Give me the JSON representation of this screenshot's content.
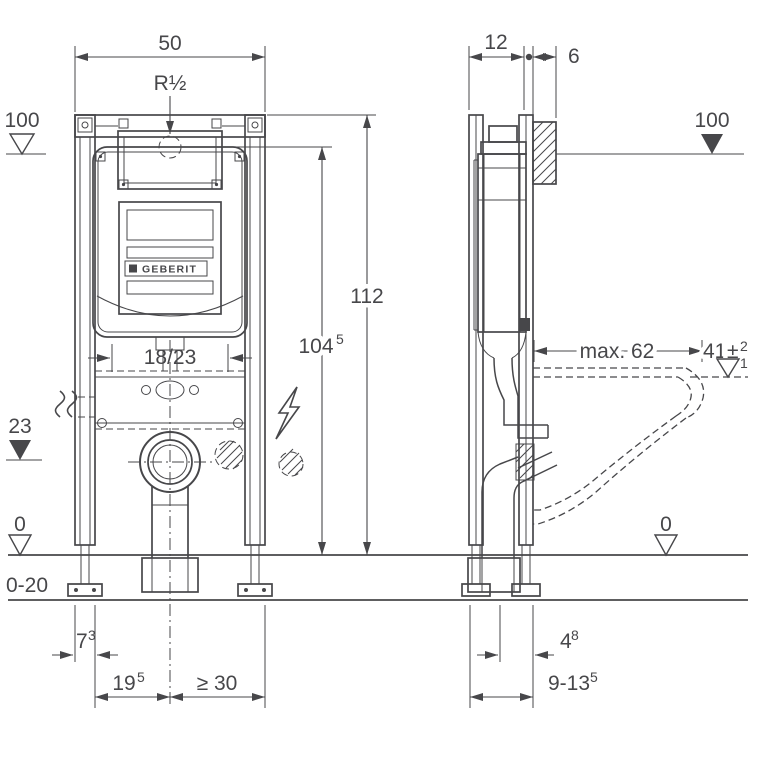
{
  "front_view": {
    "width_top": "50",
    "water_connection": "R½",
    "level_top": "100",
    "height_element": "112",
    "height_water": {
      "main": "104",
      "sup": "5"
    },
    "actuator_width": "18/23",
    "level_outlet": "23",
    "level_floor": "0",
    "floor_tolerance": "0-20",
    "offset_left": {
      "main": "7",
      "sup": "3"
    },
    "offset_center": {
      "main": "19",
      "sup": "5"
    },
    "clearance_min": "≥ 30",
    "brand": "GEBERIT"
  },
  "side_view": {
    "depth_element": "12",
    "rail_depth": "6",
    "level_top": "100",
    "depth_max": "max. 62",
    "bowl_height": {
      "main": "41",
      "sign": "±",
      "plus": "2",
      "minus": "1"
    },
    "level_floor": "0",
    "outlet_offset": {
      "main": "4",
      "sup": "8"
    },
    "outlet_range": {
      "main": "9-13",
      "sup": "5"
    }
  }
}
